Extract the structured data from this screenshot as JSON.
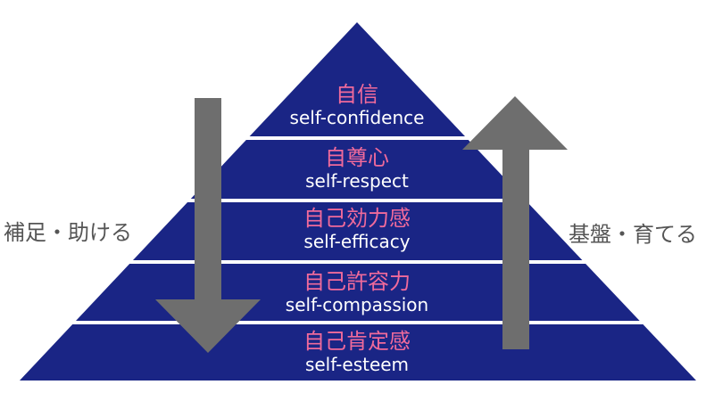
{
  "levels": [
    {
      "jp": "自信",
      "en": "self-confidence"
    },
    {
      "jp": "自尊心",
      "en": "self-respect"
    },
    {
      "jp": "自己効力感",
      "en": "self-efficacy"
    },
    {
      "jp": "自己許容力",
      "en": "self-compassion"
    },
    {
      "jp": "自己肯定感",
      "en": "self-esteem"
    }
  ],
  "left_label": "補足・助ける",
  "right_label": "基盤・育てる",
  "colors": {
    "pyramid": "#1a2585",
    "jp_text": "#f06a9b",
    "arrow": "#6e6e6e"
  }
}
